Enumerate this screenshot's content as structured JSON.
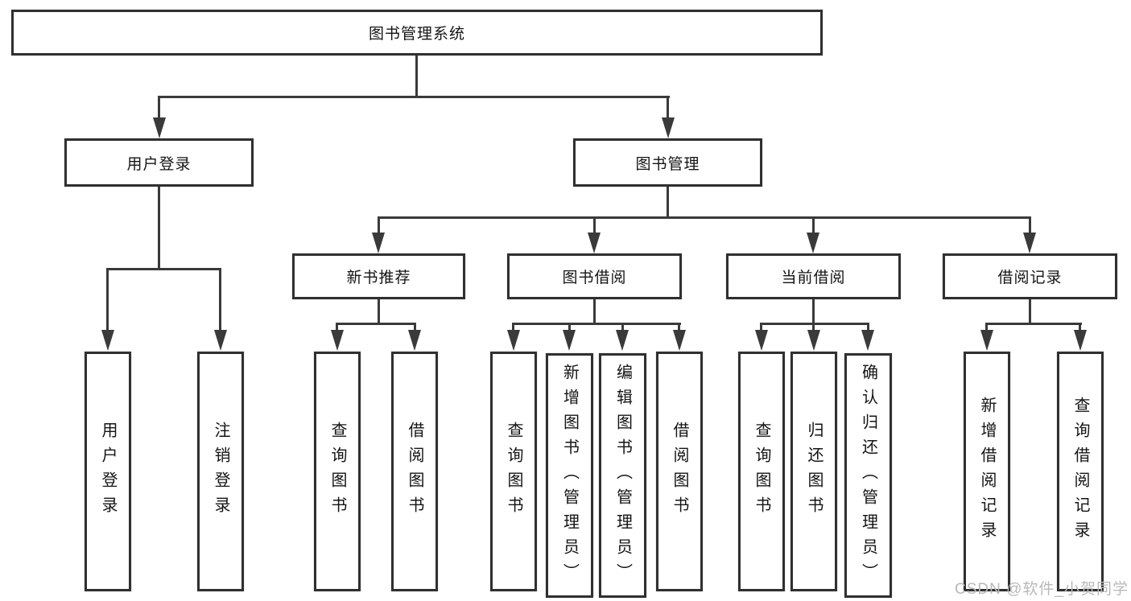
{
  "tree": {
    "root": {
      "label": "图书管理系统"
    },
    "branches": [
      {
        "label": "用户登录",
        "children": [
          {
            "label": "用户登录"
          },
          {
            "label": "注销登录"
          }
        ]
      },
      {
        "label": "图书管理",
        "children": [
          {
            "label": "新书推荐",
            "children": [
              {
                "label": "查询图书"
              },
              {
                "label": "借阅图书"
              }
            ]
          },
          {
            "label": "图书借阅",
            "children": [
              {
                "label": "查询图书"
              },
              {
                "label": "新增图书（管理员）"
              },
              {
                "label": "编辑图书（管理员）"
              },
              {
                "label": "借阅图书"
              }
            ]
          },
          {
            "label": "当前借阅",
            "children": [
              {
                "label": "查询图书"
              },
              {
                "label": "归还图书"
              },
              {
                "label": "确认归还（管理员）"
              }
            ]
          },
          {
            "label": "借阅记录",
            "children": [
              {
                "label": "新增借阅记录"
              },
              {
                "label": "查询借阅记录"
              }
            ]
          }
        ]
      }
    ]
  },
  "watermark": {
    "text": "CSDN @软件_小贺同学"
  },
  "colors": {
    "background": "#ffffff",
    "box_border": "#303030",
    "line": "#3a3a3a",
    "text": "#141414",
    "watermark": "#b9b9b9"
  }
}
